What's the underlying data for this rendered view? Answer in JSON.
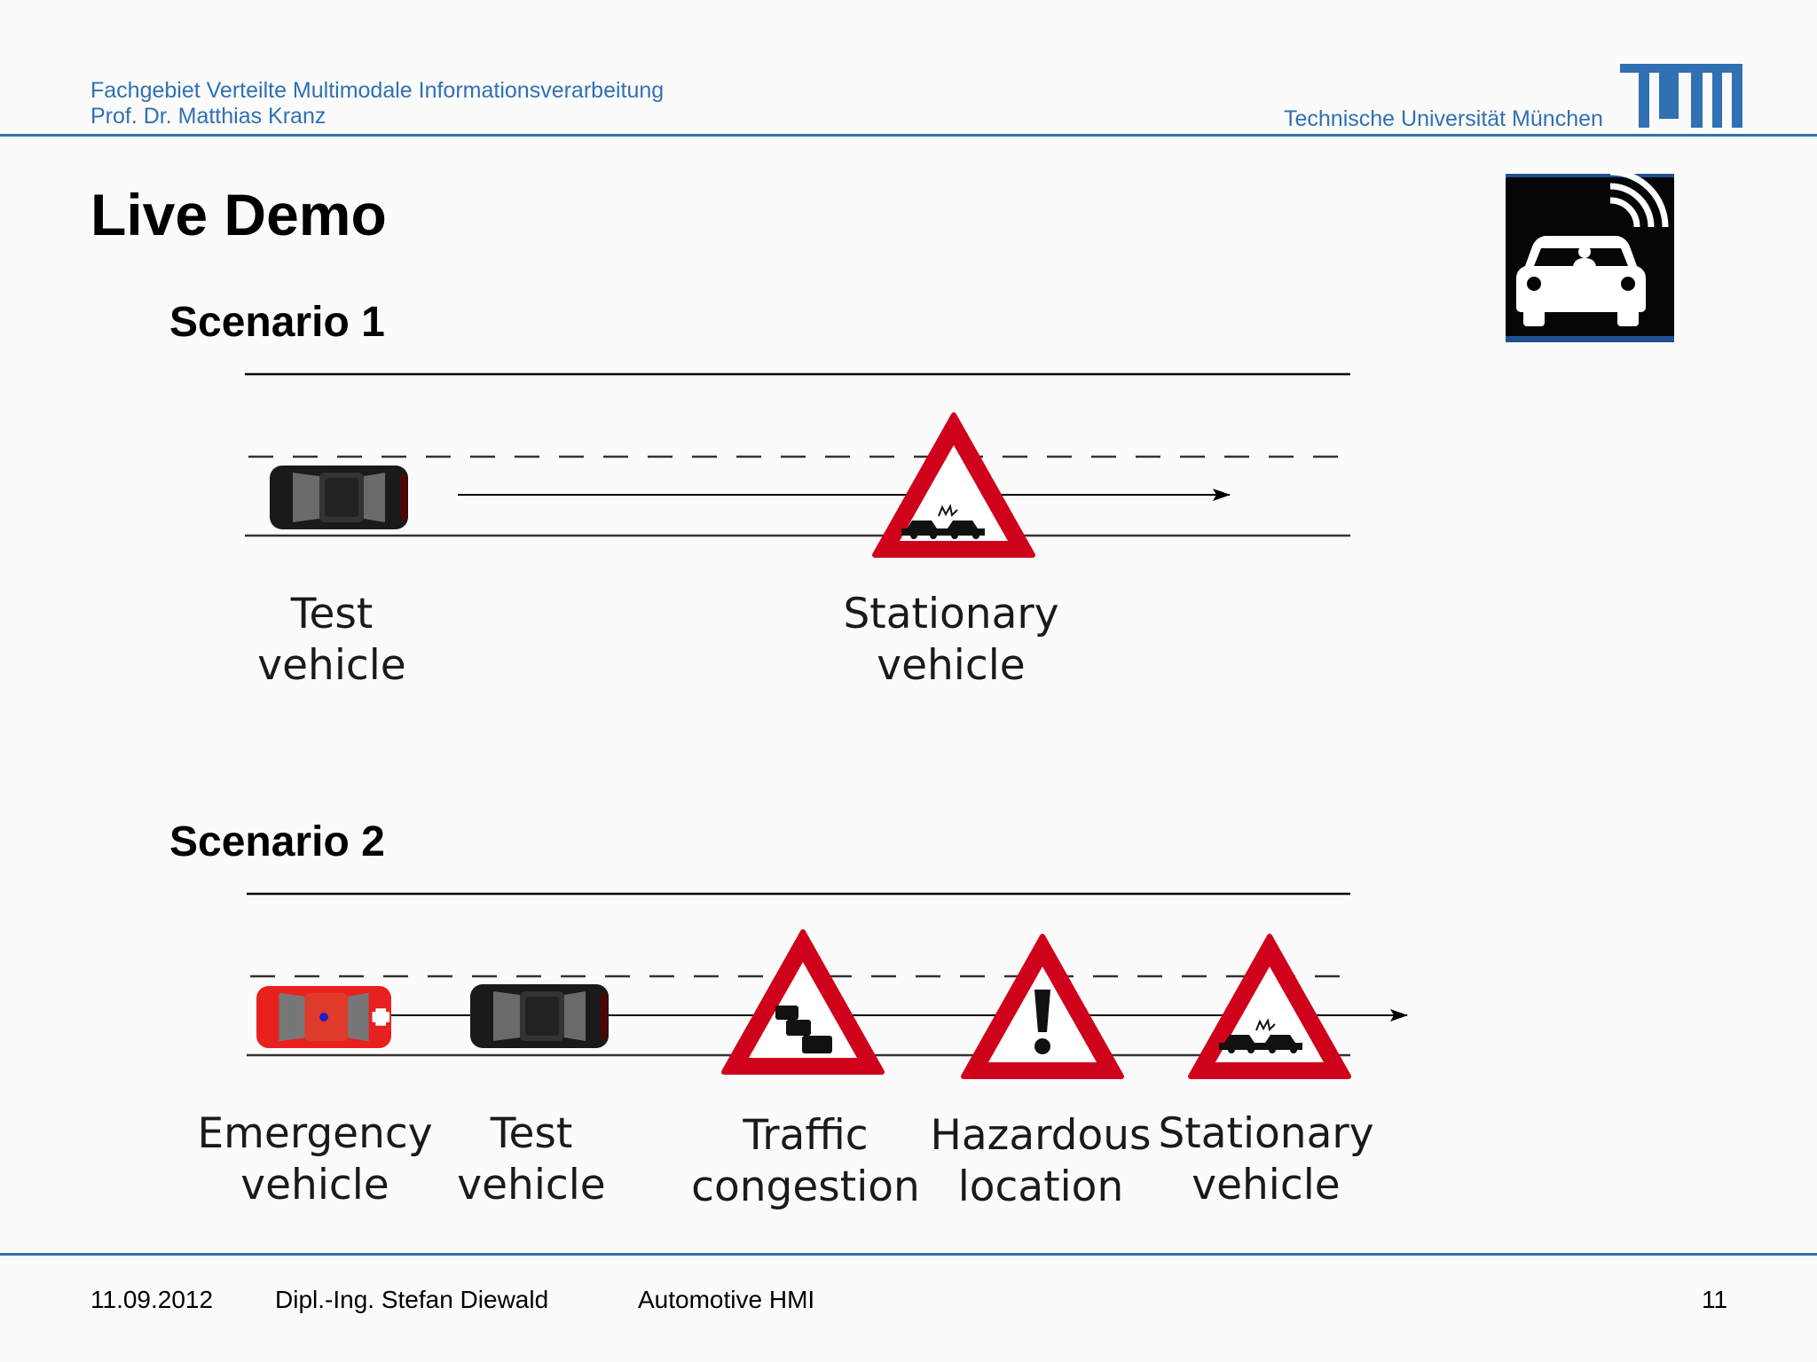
{
  "header": {
    "line1": "Fachgebiet Verteilte Multimodale Informationsverarbeitung",
    "line2": "Prof. Dr. Matthias Kranz",
    "university": "Technische Universität München",
    "logo_text": "TUM"
  },
  "slide": {
    "title": "Live Demo",
    "scenario1": {
      "heading": "Scenario 1",
      "labels": [
        {
          "line1": "Test",
          "line2": "vehicle"
        },
        {
          "line1": "Stationary",
          "line2": "vehicle"
        }
      ]
    },
    "scenario2": {
      "heading": "Scenario 2",
      "labels": [
        {
          "line1": "Emergency",
          "line2": "vehicle"
        },
        {
          "line1": "Test",
          "line2": "vehicle"
        },
        {
          "line1": "Traffic",
          "line2": "congestion"
        },
        {
          "line1": "Hazardous",
          "line2": "location"
        },
        {
          "line1": "Stationary",
          "line2": "vehicle"
        }
      ]
    }
  },
  "footer": {
    "date": "11.09.2012",
    "author": "Dipl.-Ing. Stefan Diewald",
    "topic": "Automotive HMI",
    "page": "11"
  },
  "colors": {
    "tum_blue": "#3070b3",
    "sign_red": "#d0021b",
    "emergency_red": "#e8201e"
  }
}
